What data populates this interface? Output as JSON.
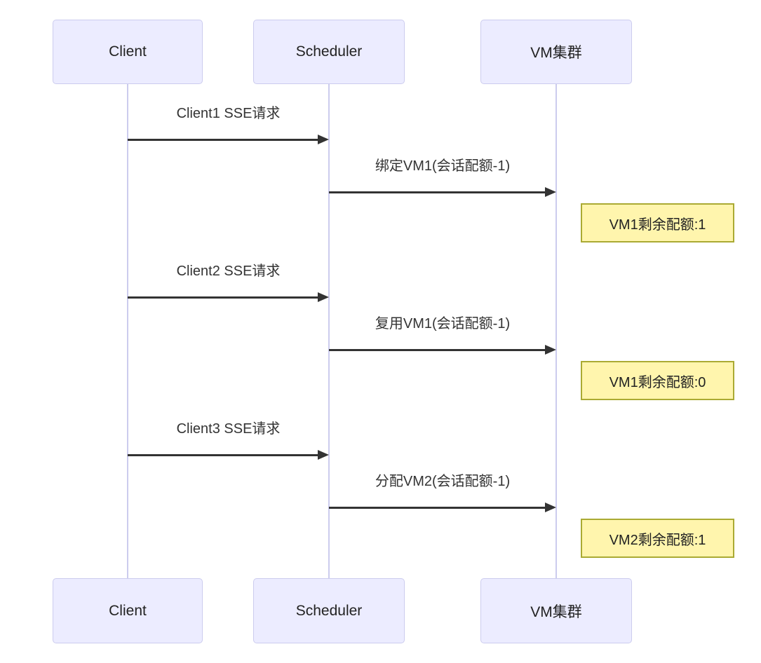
{
  "diagram": {
    "type": "sequence",
    "colors": {
      "background": "#ffffff",
      "actor_fill": "#ececff",
      "actor_border": "#ccccee",
      "lifeline": "#ccccee",
      "arrow": "#333333",
      "text": "#333333",
      "note_fill": "#fff5ad",
      "note_border": "#aaaa33"
    },
    "actors": [
      {
        "id": "client",
        "label": "Client"
      },
      {
        "id": "scheduler",
        "label": "Scheduler"
      },
      {
        "id": "vm-cluster",
        "label": "VM集群"
      }
    ],
    "messages": [
      {
        "from": "client",
        "to": "scheduler",
        "label": "Client1 SSE请求",
        "arrow": "solid-filled"
      },
      {
        "from": "scheduler",
        "to": "vm-cluster",
        "label": "绑定VM1(会话配额-1)",
        "arrow": "solid-filled"
      },
      {
        "from": "client",
        "to": "scheduler",
        "label": "Client2 SSE请求",
        "arrow": "solid-filled"
      },
      {
        "from": "scheduler",
        "to": "vm-cluster",
        "label": "复用VM1(会话配额-1)",
        "arrow": "solid-filled"
      },
      {
        "from": "client",
        "to": "scheduler",
        "label": "Client3 SSE请求",
        "arrow": "solid-filled"
      },
      {
        "from": "scheduler",
        "to": "vm-cluster",
        "label": "分配VM2(会话配额-1)",
        "arrow": "solid-filled"
      }
    ],
    "notes": [
      {
        "position": "right-of-vm-cluster",
        "label": "VM1剩余配额:1"
      },
      {
        "position": "right-of-vm-cluster",
        "label": "VM1剩余配额:0"
      },
      {
        "position": "right-of-vm-cluster",
        "label": "VM2剩余配额:1"
      }
    ]
  }
}
